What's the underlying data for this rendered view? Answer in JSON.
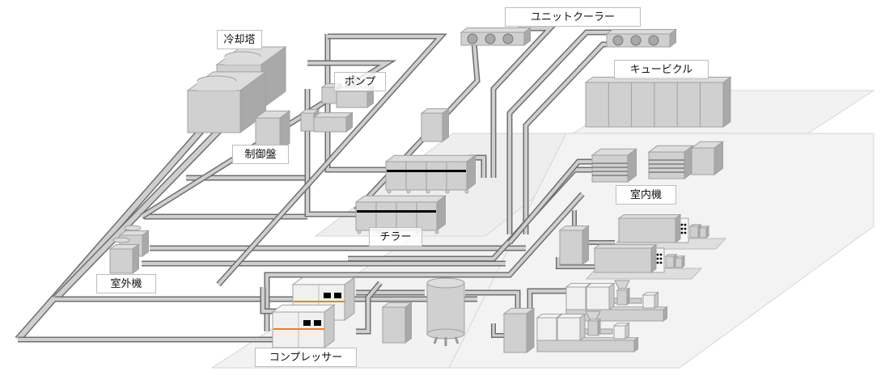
{
  "diagram": {
    "title": "",
    "colors": {
      "floor": "#f2f2f2",
      "floor_edge": "#d6d6d6",
      "pipe_fill": "#cfcfcf",
      "pipe_edge": "#6f6f6f",
      "equip_front": "#d0d0d0",
      "equip_top": "#dddddd",
      "equip_side": "#a9a9a9",
      "equip_edge": "#a0a0a0",
      "light_front": "#f0f0f0",
      "light_top": "#f7f7f7",
      "light_side": "#c9c9c9",
      "accent_orange": "#ed7d31",
      "panel_black": "#000000",
      "fan_circle": "#a8a8a8"
    },
    "labels": {
      "cooling_tower": "冷却塔",
      "pump": "ポンプ",
      "control_panel": "制御盤",
      "unit_cooler": "ユニットクーラー",
      "cubicle": "キュービクル",
      "indoor_unit": "室内機",
      "chiller": "チラー",
      "outdoor_unit": "室外機",
      "compressor": "コンプレッサー"
    }
  }
}
